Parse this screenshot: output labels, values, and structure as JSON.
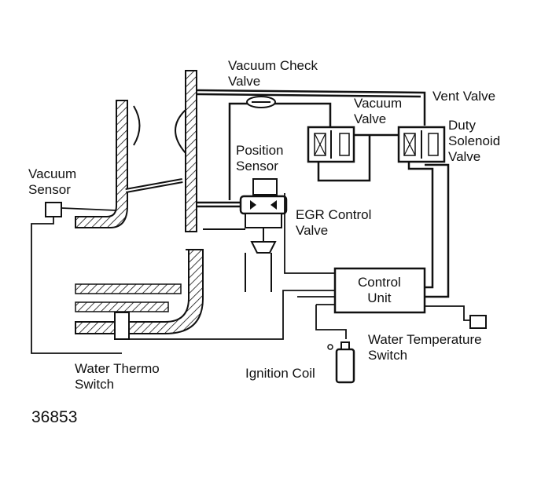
{
  "labels": {
    "vacuum_check_valve": [
      "Vacuum Check",
      "Valve"
    ],
    "vent_valve": "Vent Valve",
    "vacuum_valve": [
      "Vacuum",
      "Valve"
    ],
    "duty_solenoid_valve": [
      "Duty",
      "Solenoid",
      "Valve"
    ],
    "position_sensor": [
      "Position",
      "Sensor"
    ],
    "vacuum_sensor": [
      "Vacuum",
      "Sensor"
    ],
    "egr_control_valve": [
      "EGR Control",
      "Valve"
    ],
    "control_unit": [
      "Control",
      "Unit"
    ],
    "water_temperature_switch": [
      "Water Temperature",
      "Switch"
    ],
    "water_thermo_switch": [
      "Water Thermo",
      "Switch"
    ],
    "ignition_coil": "Ignition Coil"
  },
  "figure_number": "36853"
}
